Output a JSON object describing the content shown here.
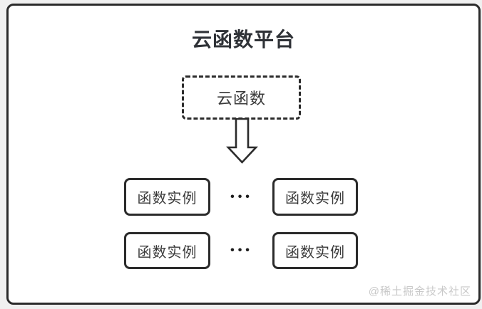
{
  "header": {
    "title": "云函数平台"
  },
  "diagram": {
    "root_node": {
      "label": "云函数"
    },
    "ellipsis": "•••",
    "instances": [
      {
        "label": "函数实例"
      },
      {
        "label": "函数实例"
      },
      {
        "label": "函数实例"
      },
      {
        "label": "函数实例"
      }
    ]
  },
  "footer": {
    "watermark": "@稀土掘金技术社区"
  },
  "colors": {
    "border": "#2b2b2b",
    "text": "#3a3a3a",
    "title": "#2f3237",
    "watermark": "#c9c9c9",
    "page_bg": "#f0f0f0",
    "canvas_bg": "#ffffff"
  }
}
